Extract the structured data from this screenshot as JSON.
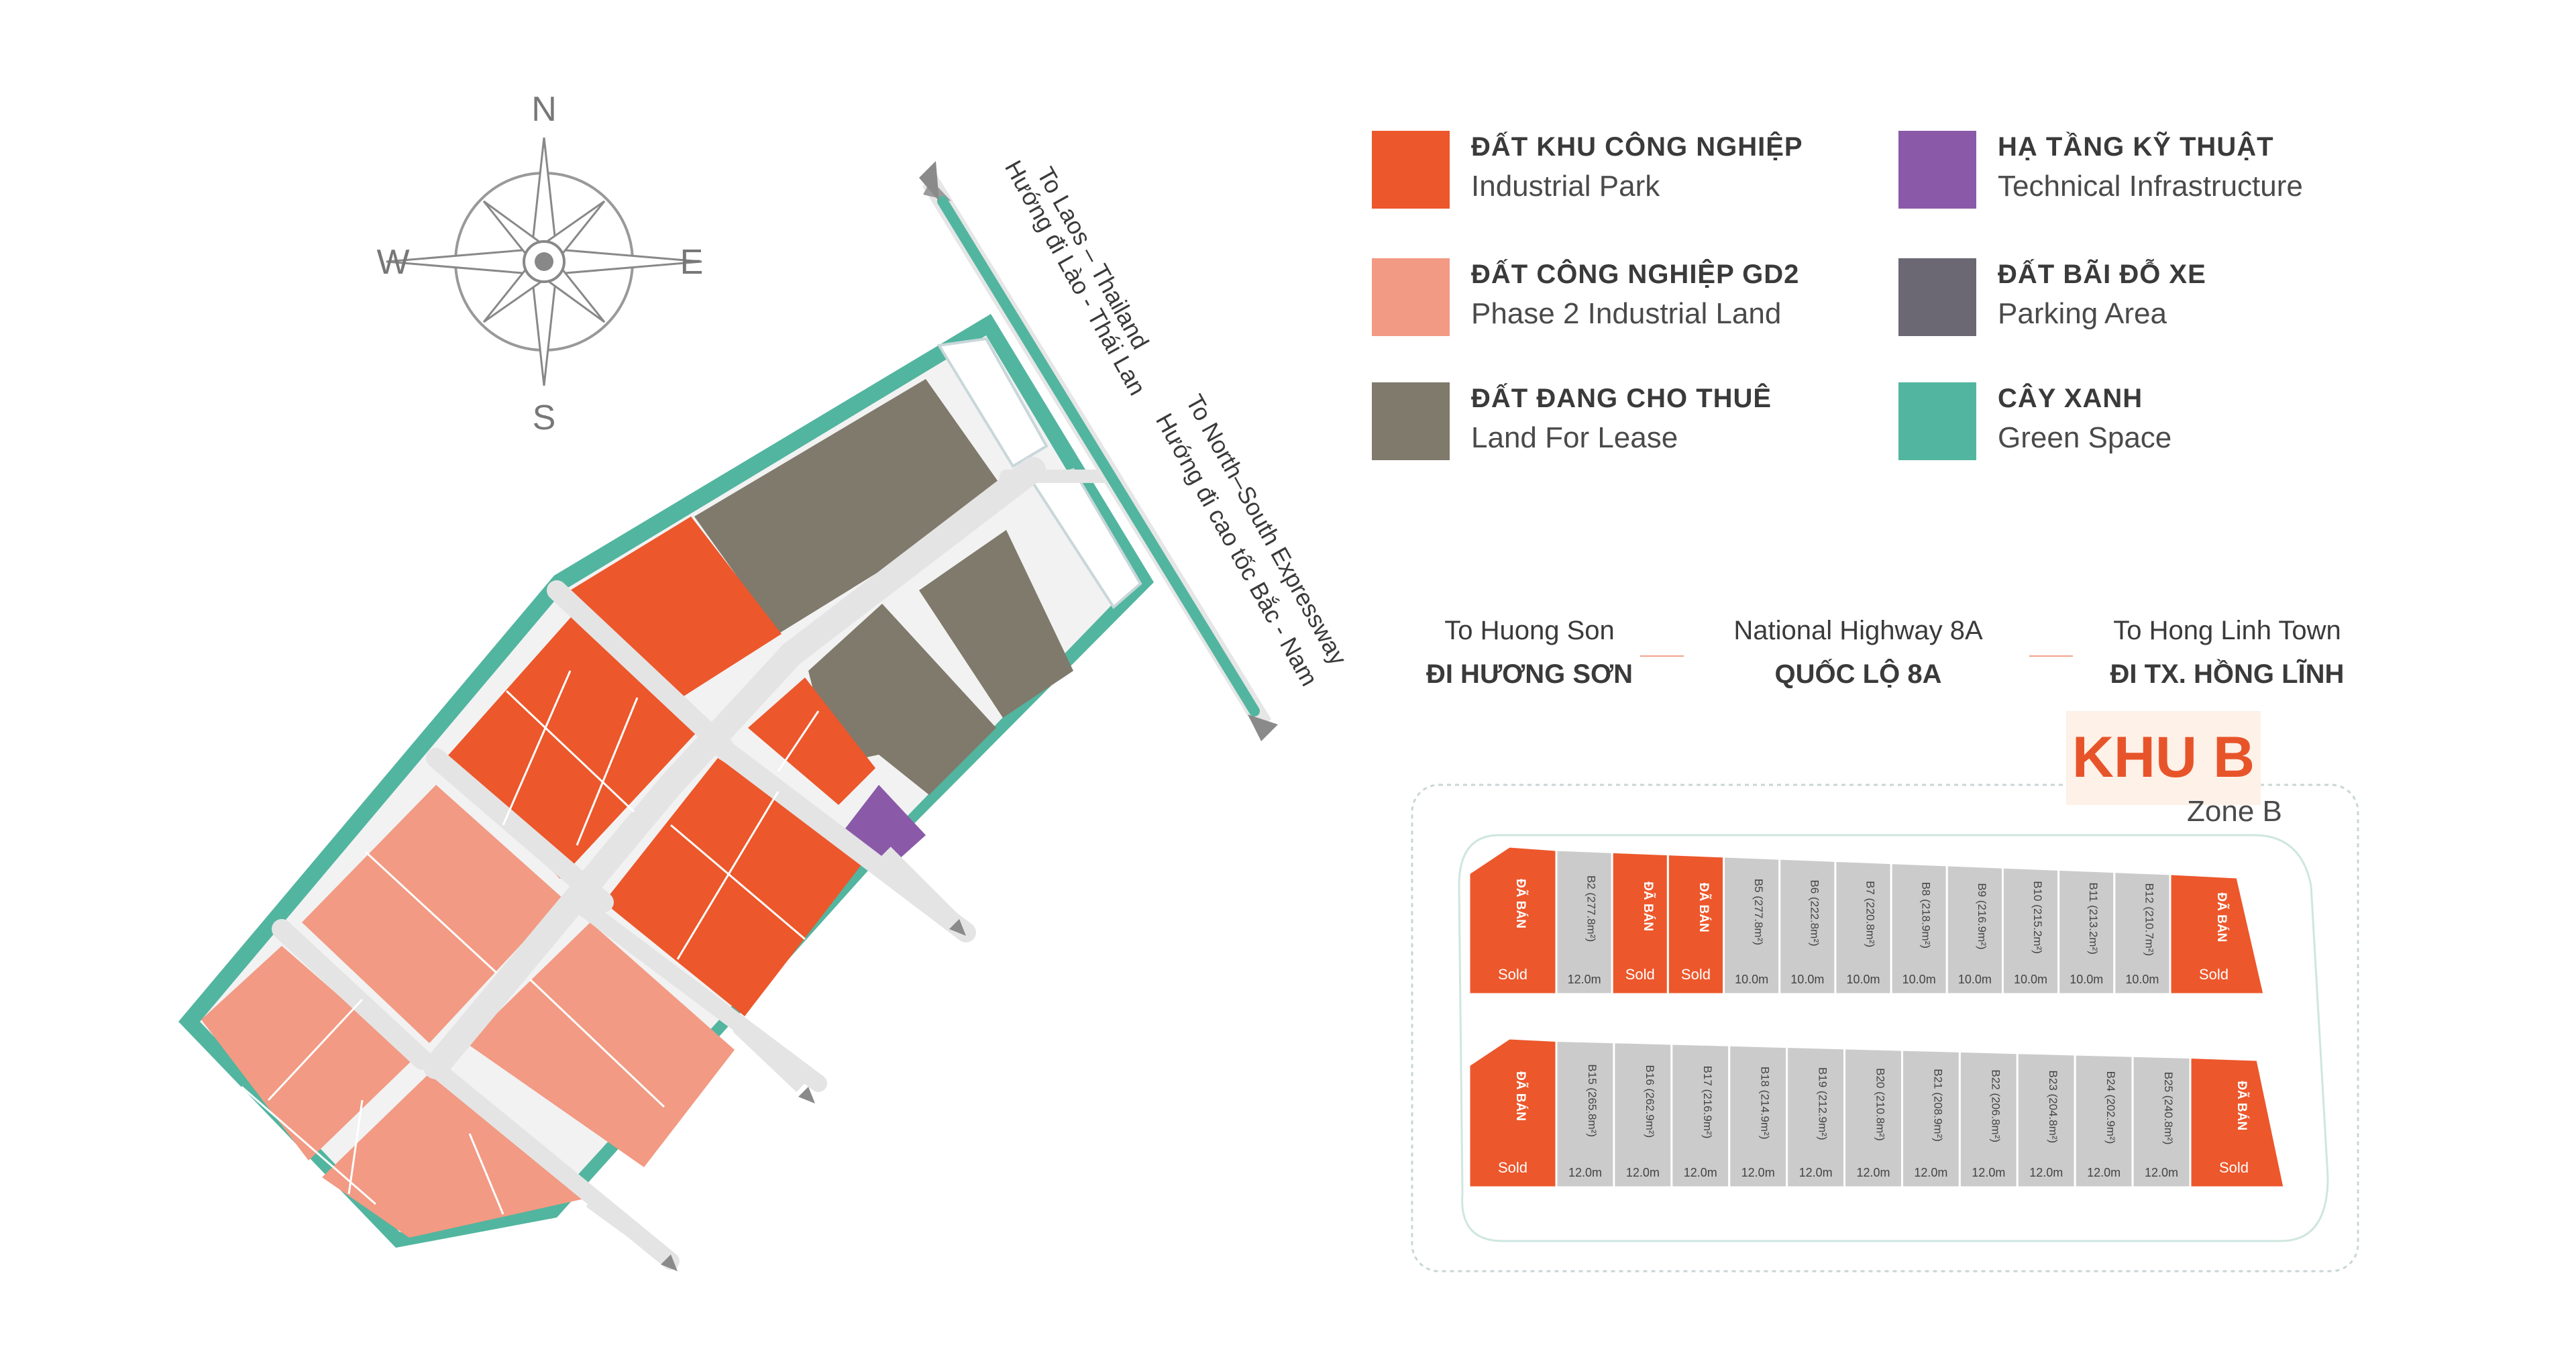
{
  "colors": {
    "industrial": "#ec572b",
    "phase2": "#f29a83",
    "lease": "#807a6c",
    "technical": "#8a5aa8",
    "parking": "#6b6874",
    "green": "#52b59f",
    "road": "#e6e6e6",
    "lot_gray": "#cbcbcb"
  },
  "compass": {
    "n": "N",
    "s": "S",
    "e": "E",
    "w": "W"
  },
  "roads": {
    "laos_en": "To Laos – Thailand",
    "laos_vi": "Hướng đi Lào - Thái Lan",
    "expressway_en": "To North–South Expressway",
    "expressway_vi": "Hướng đi cao tốc Bắc - Nam"
  },
  "legend": [
    {
      "id": "industrial",
      "title": "ĐẤT KHU CÔNG NGHIỆP",
      "sub": "Industrial Park",
      "icon": "orange-square"
    },
    {
      "id": "phase2",
      "title": "ĐẤT CÔNG NGHIỆP GD2",
      "sub": "Phase 2 Industrial Land",
      "icon": "salmon-square"
    },
    {
      "id": "lease",
      "title": "ĐẤT ĐANG CHO THUÊ",
      "sub": "Land For Lease",
      "icon": "brown-square"
    },
    {
      "id": "technical",
      "title": "HẠ TẦNG KỸ THUẬT",
      "sub": "Technical Infrastructure",
      "icon": "purple-square"
    },
    {
      "id": "parking",
      "title": "ĐẤT BÃI ĐỖ XE",
      "sub": "Parking Area",
      "icon": "dark-gray-square"
    },
    {
      "id": "green",
      "title": "CÂY XANH",
      "sub": "Green Space",
      "icon": "teal-square"
    }
  ],
  "highway": {
    "left_en": "To Huong Son",
    "left_vi": "ĐI HƯƠNG SƠN",
    "center_en": "National Highway 8A",
    "center_vi": "QUỐC LỘ 8A",
    "right_en": "To Hong Linh Town",
    "right_vi": "ĐI TX. HỒNG LĨNH"
  },
  "zone": {
    "title": "KHU B",
    "subtitle": "Zone B"
  },
  "sold_label": {
    "vi": "ĐÃ BÁN",
    "en": "Sold"
  },
  "row1": [
    {
      "type": "sold"
    },
    {
      "type": "lot",
      "label": "B2 (277.8m²)",
      "width": "12.0m"
    },
    {
      "type": "sold"
    },
    {
      "type": "sold"
    },
    {
      "type": "lot",
      "label": "B5 (277.8m²)",
      "width": "10.0m"
    },
    {
      "type": "lot",
      "label": "B6 (222.8m²)",
      "width": "10.0m"
    },
    {
      "type": "lot",
      "label": "B7 (220.8m²)",
      "width": "10.0m"
    },
    {
      "type": "lot",
      "label": "B8 (218.9m²)",
      "width": "10.0m"
    },
    {
      "type": "lot",
      "label": "B9 (216.9m²)",
      "width": "10.0m"
    },
    {
      "type": "lot",
      "label": "B10 (215.2m²)",
      "width": "10.0m"
    },
    {
      "type": "lot",
      "label": "B11 (213.2m²)",
      "width": "10.0m"
    },
    {
      "type": "lot",
      "label": "B12 (210.7m²)",
      "width": "10.0m"
    },
    {
      "type": "sold"
    }
  ],
  "row2": [
    {
      "type": "sold"
    },
    {
      "type": "lot",
      "label": "B15 (265.8m²)",
      "width": "12.0m"
    },
    {
      "type": "lot",
      "label": "B16 (262.9m²)",
      "width": "12.0m"
    },
    {
      "type": "lot",
      "label": "B17 (216.9m²)",
      "width": "12.0m"
    },
    {
      "type": "lot",
      "label": "B18 (214.9m²)",
      "width": "12.0m"
    },
    {
      "type": "lot",
      "label": "B19 (212.9m²)",
      "width": "12.0m"
    },
    {
      "type": "lot",
      "label": "B20 (210.8m²)",
      "width": "12.0m"
    },
    {
      "type": "lot",
      "label": "B21 (208.9m²)",
      "width": "12.0m"
    },
    {
      "type": "lot",
      "label": "B22 (206.8m²)",
      "width": "12.0m"
    },
    {
      "type": "lot",
      "label": "B23 (204.8m²)",
      "width": "12.0m"
    },
    {
      "type": "lot",
      "label": "B24 (202.9m²)",
      "width": "12.0m"
    },
    {
      "type": "lot",
      "label": "B25 (240.8m²)",
      "width": "12.0m"
    },
    {
      "type": "sold"
    }
  ]
}
